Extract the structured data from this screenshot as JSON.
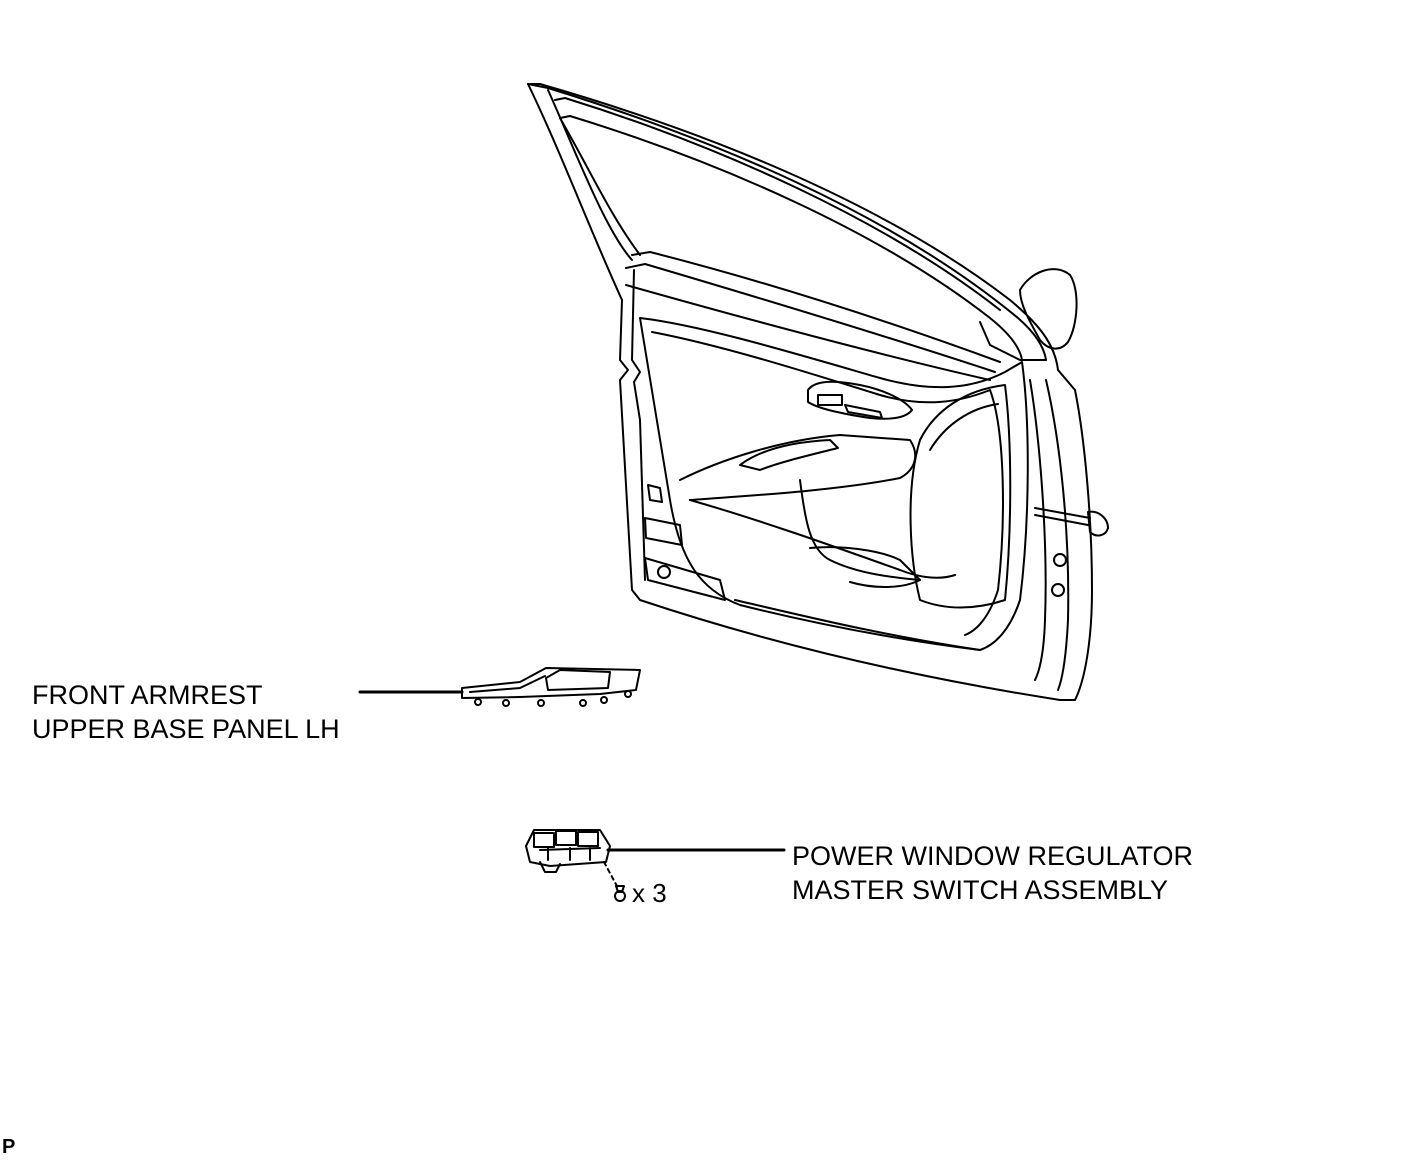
{
  "labels": {
    "armrest": {
      "line1": "FRONT ARMREST",
      "line2": "UPPER BASE PANEL LH"
    },
    "switch": {
      "line1": "POWER WINDOW REGULATOR",
      "line2": "MASTER SWITCH ASSEMBLY"
    },
    "screw_quantity": "x 3"
  },
  "corner_code": "P",
  "colors": {
    "line": "#000000",
    "background": "#ffffff"
  }
}
